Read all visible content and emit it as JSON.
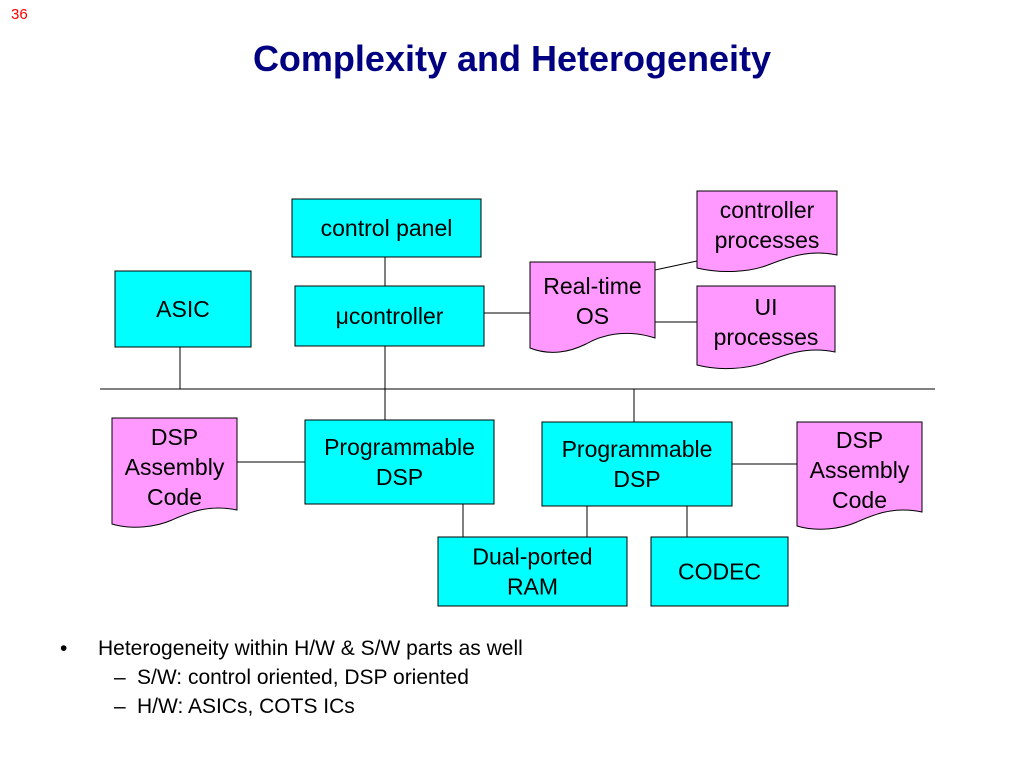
{
  "slide_number": "36",
  "title": "Complexity and Heterogeneity",
  "colors": {
    "hw_fill": "#00ffff",
    "sw_fill": "#ff99ff",
    "title": "#000080",
    "slide_number": "#ff0000"
  },
  "blocks": {
    "control_panel": {
      "lines": [
        "control panel"
      ]
    },
    "asic": {
      "lines": [
        "ASIC"
      ]
    },
    "ucontroller": {
      "lines": [
        "μcontroller"
      ]
    },
    "prog_dsp_left": {
      "lines": [
        "Programmable",
        "DSP"
      ]
    },
    "prog_dsp_right": {
      "lines": [
        "Programmable",
        "DSP"
      ]
    },
    "dual_ram": {
      "lines": [
        "Dual-ported",
        "RAM"
      ]
    },
    "codec": {
      "lines": [
        "CODEC"
      ]
    }
  },
  "documents": {
    "rtos": {
      "lines": [
        "Real-time",
        "OS"
      ]
    },
    "controller_processes": {
      "lines": [
        "controller",
        "processes"
      ]
    },
    "ui_processes": {
      "lines": [
        "UI",
        "processes"
      ]
    },
    "dsp_code_left": {
      "lines": [
        "DSP",
        "Assembly",
        "Code"
      ]
    },
    "dsp_code_right": {
      "lines": [
        "DSP",
        "Assembly",
        "Code"
      ]
    }
  },
  "bullets": [
    {
      "marker": "•",
      "text": "Heterogeneity within H/W & S/W parts as well",
      "sub": [
        {
          "marker": "–",
          "text": "S/W: control oriented, DSP oriented"
        },
        {
          "marker": "–",
          "text": "H/W: ASICs, COTS ICs"
        }
      ]
    }
  ]
}
